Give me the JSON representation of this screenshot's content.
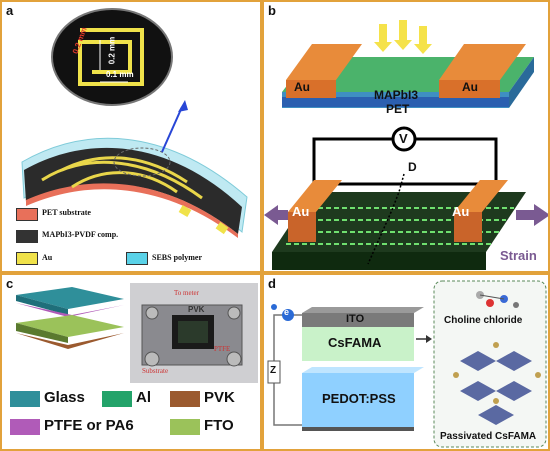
{
  "panels": {
    "a": {
      "label": "a",
      "inset": {
        "dim1": "0.2 mm",
        "dim2": "0.2 mm",
        "dim3": "0.1 mm"
      },
      "legend": [
        {
          "text": "PET substrate",
          "color": "#e8705a"
        },
        {
          "text": "MAPbI3-PVDF comp.",
          "color": "#333333"
        },
        {
          "text": "Au",
          "color": "#f0e24a"
        },
        {
          "text": "SEBS polymer",
          "color": "#5ad2e8"
        }
      ]
    },
    "b": {
      "label": "b",
      "top": {
        "au_left": "Au",
        "au_right": "Au",
        "layer": "MAPbI3",
        "substrate": "PET"
      },
      "bottom": {
        "meter": "V",
        "d": "D",
        "au_left": "Au",
        "au_right": "Au",
        "strain": "Strain"
      }
    },
    "c": {
      "label": "c",
      "photo_labels": {
        "meter": "To meter",
        "pvk": "PVK",
        "ptfe": "PTFE",
        "substrate": "Substrate"
      },
      "legend": [
        {
          "text": "Glass",
          "color": "#2f8f9a"
        },
        {
          "text": "Al",
          "color": "#23a36a"
        },
        {
          "text": "PVK",
          "color": "#9b5a2f"
        },
        {
          "text": "PTFE or PA6",
          "color": "#b05bb8"
        },
        {
          "text": "FTO",
          "color": "#9bc25a"
        }
      ]
    },
    "d": {
      "label": "d",
      "electron": "e",
      "resistor": "Z",
      "layers": {
        "ito": "ITO",
        "absorber": "CsFAMA",
        "htl": "PEDOT:PSS"
      },
      "inset": {
        "top": "Choline chloride",
        "bottom": "Passivated CsFAMA"
      }
    }
  }
}
